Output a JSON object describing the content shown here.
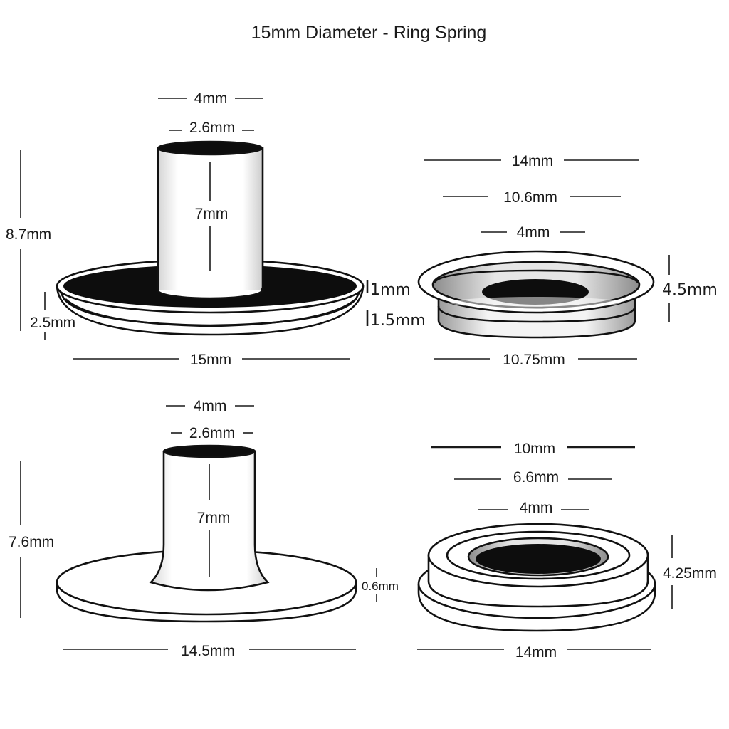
{
  "title": "15mm Diameter - Ring Spring",
  "parts": {
    "top_left": {
      "outer_width": "4mm",
      "inner_width": "2.6mm",
      "post_height": "7mm",
      "total_height": "8.7mm",
      "flange_height": "2.5mm",
      "base_width": "15mm"
    },
    "top_right": {
      "outer_diameter": "14mm",
      "mid_diameter": "10.6mm",
      "hole_diameter": "4mm",
      "height": "4.5mm",
      "lip_top": "1mm",
      "lip_bottom": "1.5mm",
      "base_diameter": "10.75mm"
    },
    "bottom_left": {
      "outer_width": "4mm",
      "inner_width": "2.6mm",
      "post_height": "7mm",
      "total_height": "7.6mm",
      "flange_thickness": "0.6mm",
      "base_width": "14.5mm"
    },
    "bottom_right": {
      "top_diameter": "10mm",
      "mid_diameter": "6.6mm",
      "hole_diameter": "4mm",
      "height": "4.25mm",
      "base_diameter": "14mm"
    }
  },
  "colors": {
    "outline": "#111111",
    "fill_dark": "#0d0d0d",
    "fill_light": "#ffffff",
    "shade": "#bdbdbd"
  }
}
